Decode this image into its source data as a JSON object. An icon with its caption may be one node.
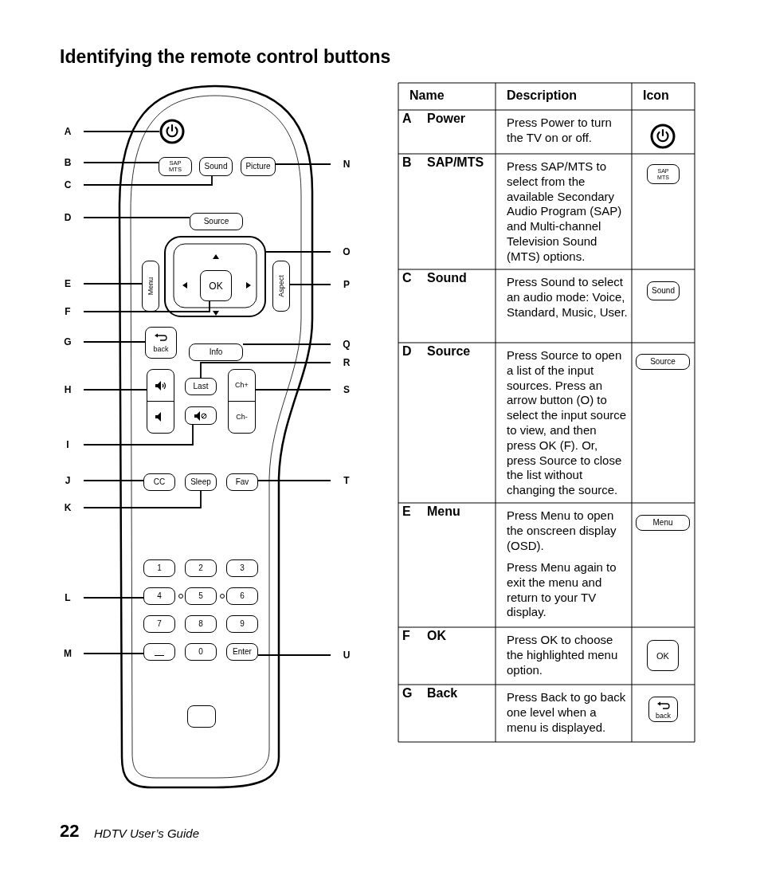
{
  "diagram": {
    "title": "Identifying the remote control buttons",
    "nodes": [
      {
        "text": [
          "A"
        ]
      },
      {
        "text": [
          "B"
        ]
      },
      {
        "text": [
          "C"
        ]
      },
      {
        "text": [
          "D"
        ]
      },
      {
        "text": [
          "E"
        ]
      },
      {
        "text": [
          "F"
        ]
      },
      {
        "text": [
          "G"
        ]
      },
      {
        "text": [
          "H"
        ]
      },
      {
        "text": [
          "I"
        ]
      },
      {
        "text": [
          "J"
        ]
      },
      {
        "text": [
          "K"
        ]
      },
      {
        "text": [
          "L"
        ]
      },
      {
        "text": [
          "M"
        ]
      },
      {
        "text": [
          "N"
        ]
      },
      {
        "text": [
          "O"
        ]
      },
      {
        "text": [
          "P"
        ]
      },
      {
        "text": [
          "Q"
        ]
      },
      {
        "text": [
          "R"
        ]
      },
      {
        "text": [
          "S"
        ]
      },
      {
        "text": [
          "T"
        ]
      },
      {
        "text": [
          "U"
        ]
      },
      {
        "text": [],
        "shape": "circle"
      },
      {
        "text": [
          "SAP MTS"
        ]
      },
      {
        "text": [
          "Sound"
        ]
      },
      {
        "text": [
          "Picture"
        ]
      },
      {
        "text": [
          "Source"
        ]
      },
      {
        "text": [],
        "shape": "box"
      },
      {
        "text": [
          "OK"
        ],
        "in": 26
      },
      {
        "text": [
          "Menu"
        ]
      },
      {
        "text": [
          "Aspect"
        ]
      },
      {
        "text": [
          "back"
        ]
      },
      {
        "text": [
          "Info"
        ]
      },
      {
        "text": [],
        "shape": "box"
      },
      {
        "text": [
          "Last"
        ]
      },
      {
        "text": [
          "Ch+",
          "Ch-"
        ]
      },
      {
        "text": [],
        "shape": "box"
      },
      {
        "text": [
          "CC"
        ]
      },
      {
        "text": [
          "Sleep"
        ]
      },
      {
        "text": [
          "Fav"
        ]
      },
      {
        "text": [
          "1"
        ]
      },
      {
        "text": [
          "2"
        ]
      },
      {
        "text": [
          "3"
        ]
      },
      {
        "text": [
          "4"
        ]
      },
      {
        "text": [
          "5"
        ]
      },
      {
        "text": [
          "6"
        ]
      },
      {
        "text": [
          "7"
        ]
      },
      {
        "text": [
          "8"
        ]
      },
      {
        "text": [
          "9"
        ]
      },
      {
        "text": [],
        "shape": "box"
      },
      {
        "text": [
          "0"
        ]
      },
      {
        "text": [
          "Enter"
        ]
      },
      {
        "text": [],
        "shape": "box"
      }
    ],
    "edges": [
      {
        "from": 0,
        "to": 21,
        "arrow": "none"
      },
      {
        "from": 1,
        "to": 22,
        "arrow": "none"
      },
      {
        "from": 2,
        "to": 23,
        "arrow": "none"
      },
      {
        "from": 3,
        "to": 25,
        "arrow": "none"
      },
      {
        "from": 4,
        "to": 28,
        "arrow": "none"
      },
      {
        "from": 5,
        "to": 27,
        "arrow": "none"
      },
      {
        "from": 6,
        "to": 30,
        "arrow": "none"
      },
      {
        "from": 7,
        "to": 32,
        "arrow": "none"
      },
      {
        "from": 8,
        "to": 35,
        "arrow": "none"
      },
      {
        "from": 9,
        "to": 36,
        "arrow": "none"
      },
      {
        "from": 10,
        "to": 37,
        "arrow": "none"
      },
      {
        "from": 11,
        "to": 42,
        "arrow": "none"
      },
      {
        "from": 12,
        "to": 48,
        "arrow": "none"
      },
      {
        "from": 13,
        "to": 24,
        "arrow": "none"
      },
      {
        "from": 14,
        "to": 26,
        "arrow": "none"
      },
      {
        "from": 15,
        "to": 29,
        "arrow": "none"
      },
      {
        "from": 16,
        "to": 31,
        "arrow": "none"
      },
      {
        "from": 17,
        "to": 33,
        "arrow": "none"
      },
      {
        "from": 18,
        "to": 34,
        "arrow": "none"
      },
      {
        "from": 19,
        "to": 38,
        "arrow": "none"
      },
      {
        "from": 20,
        "to": 50,
        "arrow": "none"
      }
    ],
    "labels": [
      "Name",
      "Description",
      "Icon",
      "A",
      "Power",
      "Press Power to turn the TV on or off.",
      "B",
      "SAP/MTS",
      "Press SAP/MTS to select from the available Secondary Audio Program (SAP) and Multi-channel Television Sound (MTS) options.",
      "SAP MTS",
      "C",
      "Sound",
      "Press Sound to select an audio mode: Voice, Standard, Music, User.",
      "Sound",
      "D",
      "Source",
      "Press Source to open a list of the input sources. Press an arrow button (O) to select the input source to view, and then press OK (F). Or, press Source to close the list without changing the source.",
      "Source",
      "E",
      "Menu",
      "Press Menu to open the onscreen display (OSD).",
      "Press Menu again to exit the menu and return to your TV display.",
      "Menu",
      "F",
      "OK",
      "Press OK to choose the highlighted menu option.",
      "OK",
      "G",
      "Back",
      "Press Back to go back one level when a menu is displayed.",
      "back",
      "22",
      "HDTV User’s Guide"
    ]
  }
}
